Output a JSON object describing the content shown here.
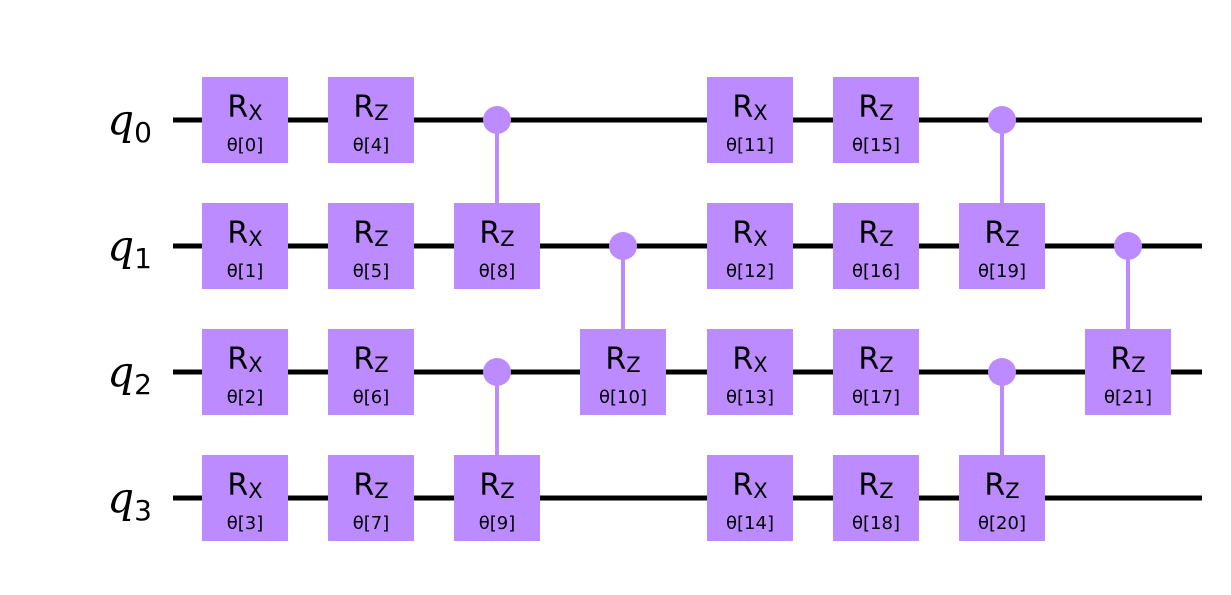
{
  "qubits": [
    {
      "label": "q",
      "index": "0"
    },
    {
      "label": "q",
      "index": "1"
    },
    {
      "label": "q",
      "index": "2"
    },
    {
      "label": "q",
      "index": "3"
    }
  ],
  "colors": {
    "gate": "#bb8bff",
    "wire": "#000000"
  },
  "gates": [
    {
      "type": "R",
      "sub": "X",
      "param": "θ[0]",
      "qubit": 0,
      "column": 0
    },
    {
      "type": "R",
      "sub": "X",
      "param": "θ[1]",
      "qubit": 1,
      "column": 0
    },
    {
      "type": "R",
      "sub": "X",
      "param": "θ[2]",
      "qubit": 2,
      "column": 0
    },
    {
      "type": "R",
      "sub": "X",
      "param": "θ[3]",
      "qubit": 3,
      "column": 0
    },
    {
      "type": "R",
      "sub": "Z",
      "param": "θ[4]",
      "qubit": 0,
      "column": 1
    },
    {
      "type": "R",
      "sub": "Z",
      "param": "θ[5]",
      "qubit": 1,
      "column": 1
    },
    {
      "type": "R",
      "sub": "Z",
      "param": "θ[6]",
      "qubit": 2,
      "column": 1
    },
    {
      "type": "R",
      "sub": "Z",
      "param": "θ[7]",
      "qubit": 3,
      "column": 1
    },
    {
      "type": "R",
      "sub": "Z",
      "param": "θ[8]",
      "qubit": 1,
      "column": 2,
      "control": 0
    },
    {
      "type": "R",
      "sub": "Z",
      "param": "θ[9]",
      "qubit": 3,
      "column": 2,
      "control": 2
    },
    {
      "type": "R",
      "sub": "Z",
      "param": "θ[10]",
      "qubit": 2,
      "column": 3,
      "control": 1
    },
    {
      "type": "R",
      "sub": "X",
      "param": "θ[11]",
      "qubit": 0,
      "column": 4
    },
    {
      "type": "R",
      "sub": "X",
      "param": "θ[12]",
      "qubit": 1,
      "column": 4
    },
    {
      "type": "R",
      "sub": "X",
      "param": "θ[13]",
      "qubit": 2,
      "column": 4
    },
    {
      "type": "R",
      "sub": "X",
      "param": "θ[14]",
      "qubit": 3,
      "column": 4
    },
    {
      "type": "R",
      "sub": "Z",
      "param": "θ[15]",
      "qubit": 0,
      "column": 5
    },
    {
      "type": "R",
      "sub": "Z",
      "param": "θ[16]",
      "qubit": 1,
      "column": 5
    },
    {
      "type": "R",
      "sub": "Z",
      "param": "θ[17]",
      "qubit": 2,
      "column": 5
    },
    {
      "type": "R",
      "sub": "Z",
      "param": "θ[18]",
      "qubit": 3,
      "column": 5
    },
    {
      "type": "R",
      "sub": "Z",
      "param": "θ[19]",
      "qubit": 1,
      "column": 6,
      "control": 0
    },
    {
      "type": "R",
      "sub": "Z",
      "param": "θ[20]",
      "qubit": 3,
      "column": 6,
      "control": 2
    },
    {
      "type": "R",
      "sub": "Z",
      "param": "θ[21]",
      "qubit": 2,
      "column": 7,
      "control": 1
    }
  ]
}
